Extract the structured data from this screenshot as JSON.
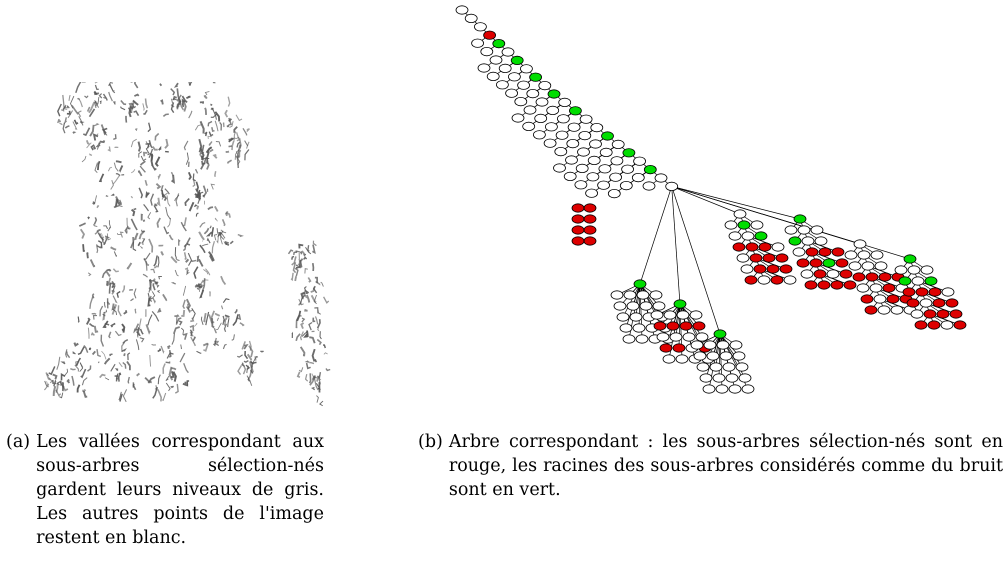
{
  "figure": {
    "panel_a": {
      "label": "(a)",
      "caption": "Les vallées correspondant aux sous-arbres sélection-nés gardent leurs niveaux de gris. Les autres points de l'image restent en blanc."
    },
    "panel_b": {
      "label": "(b)",
      "caption": "Arbre correspondant : les sous-arbres sélection-nés sont en rouge, les racines des sous-arbres considérés comme du bruit sont en vert."
    }
  },
  "colors": {
    "selected_subtree": "#dd0000",
    "noise_root": "#00dd00",
    "other_node": "#ffffff",
    "texture_gray": "#555555"
  }
}
